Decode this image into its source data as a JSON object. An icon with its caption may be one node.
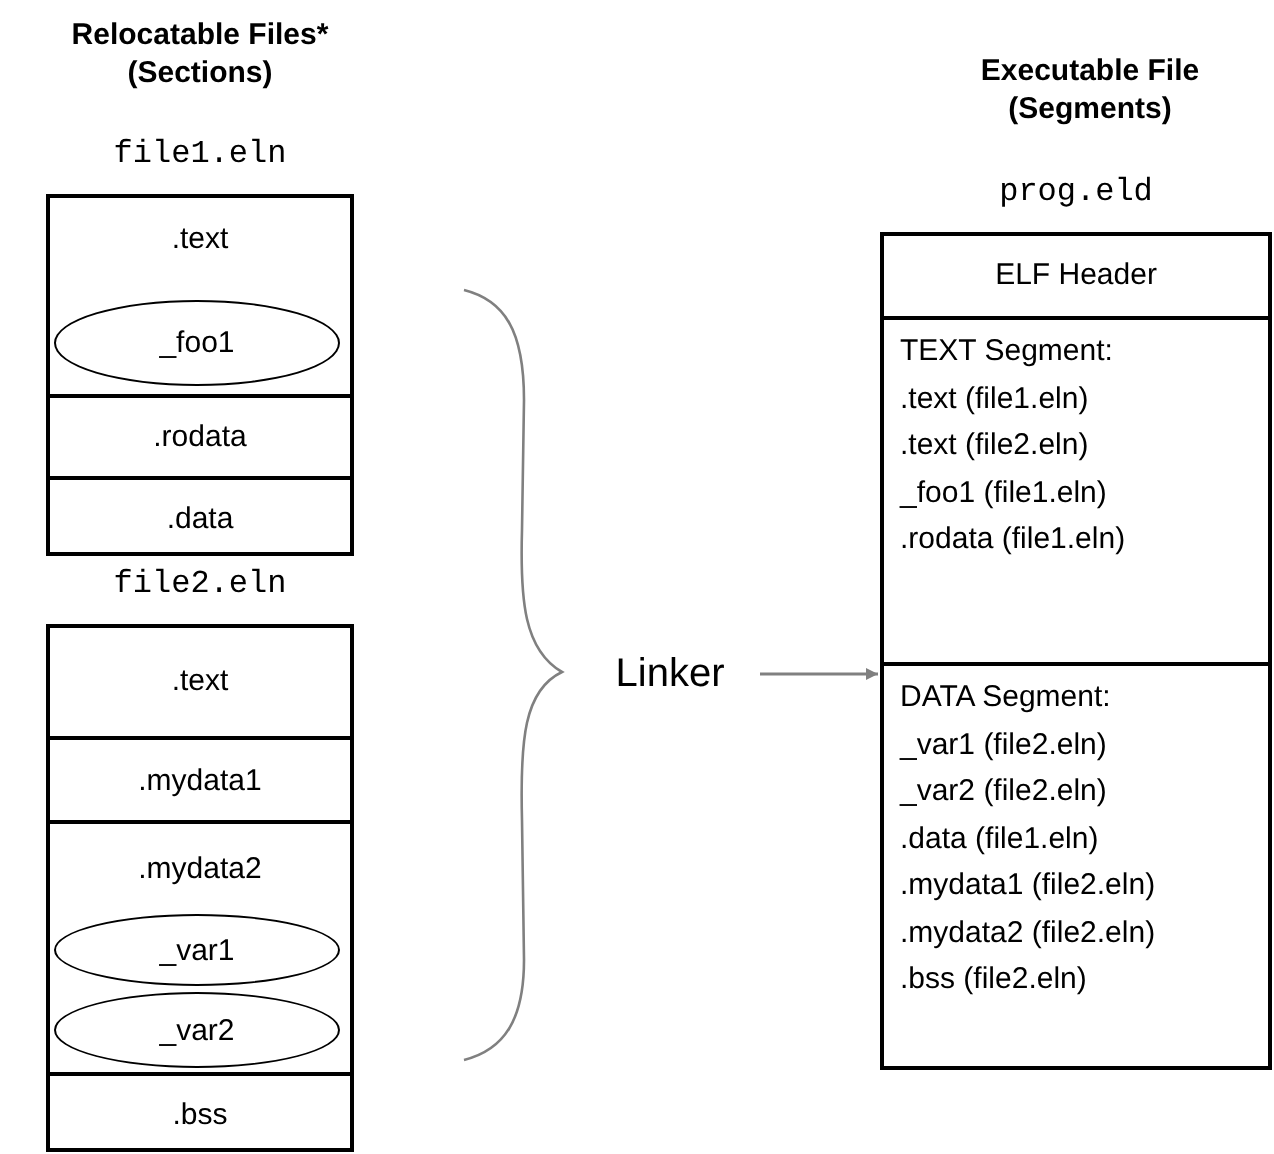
{
  "diagram": {
    "nodes": [
      {
        "text": [
          "file1.eln"
        ]
      },
      {
        "text": [
          ".text"
        ],
        "in": 0
      },
      {
        "text": [
          "_foo1"
        ],
        "in": 1
      },
      {
        "text": [
          ".rodata"
        ],
        "in": 0
      },
      {
        "text": [
          ".data"
        ],
        "in": 0
      },
      {
        "text": [
          "file2.eln"
        ]
      },
      {
        "text": [
          ".text"
        ],
        "in": 5
      },
      {
        "text": [
          ".mydata1"
        ],
        "in": 5
      },
      {
        "text": [
          ".mydata2"
        ],
        "in": 5
      },
      {
        "text": [
          "_var1"
        ],
        "in": 8
      },
      {
        "text": [
          "_var2"
        ],
        "in": 8
      },
      {
        "text": [
          ".bss"
        ],
        "in": 5
      },
      {
        "text": [
          "Linker"
        ]
      },
      {
        "text": [
          "prog.eld"
        ]
      },
      {
        "text": [
          "ELF Header"
        ],
        "in": 13
      },
      {
        "text": [
          "TEXT Segment:",
          ".text (file1.eln)",
          ".text (file2.eln)",
          "_foo1 (file1.eln)",
          ".rodata (file1.eln)"
        ],
        "in": 13
      },
      {
        "text": [
          "DATA Segment:",
          "_var1 (file2.eln)",
          "_var2 (file2.eln)",
          ".data (file1.eln)",
          ".mydata1 (file2.eln)",
          ".mydata2 (file2.eln)",
          ".bss (file2.eln)"
        ],
        "in": 13
      }
    ],
    "edges": [
      {
        "from": 12,
        "to": 13,
        "arrow": "to"
      }
    ],
    "labels": [
      "Relocatable Files* (Sections)",
      "Executable File (Segments)"
    ]
  }
}
